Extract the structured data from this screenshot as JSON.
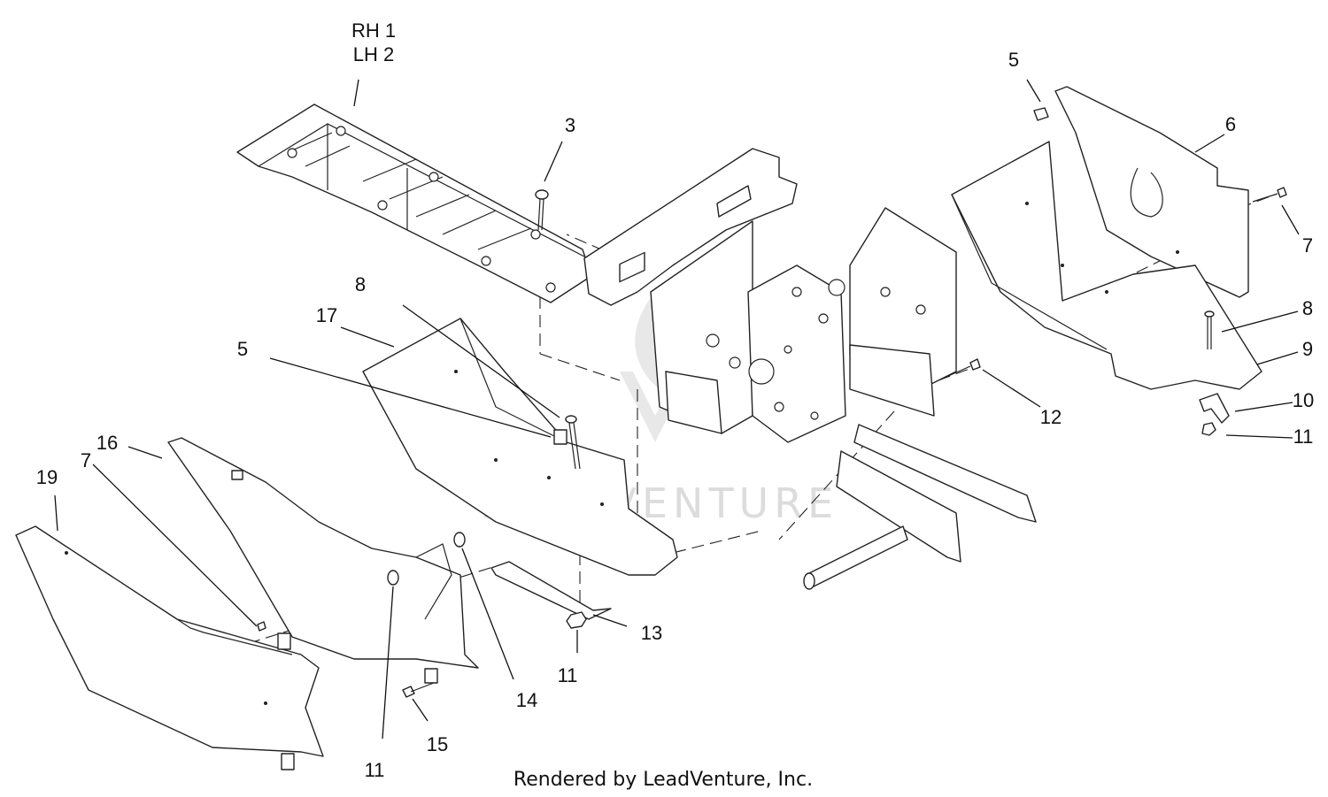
{
  "diagram": {
    "callouts": [
      {
        "id": "rh-lh",
        "lines": [
          "RH 1",
          "LH 2"
        ]
      },
      {
        "id": "3",
        "lines": [
          "3"
        ]
      },
      {
        "id": "5-top",
        "lines": [
          "5"
        ]
      },
      {
        "id": "6",
        "lines": [
          "6"
        ]
      },
      {
        "id": "7-right",
        "lines": [
          "7"
        ]
      },
      {
        "id": "8-right",
        "lines": [
          "8"
        ]
      },
      {
        "id": "9",
        "lines": [
          "9"
        ]
      },
      {
        "id": "10",
        "lines": [
          "10"
        ]
      },
      {
        "id": "11-right",
        "lines": [
          "11"
        ]
      },
      {
        "id": "12",
        "lines": [
          "12"
        ]
      },
      {
        "id": "8-left",
        "lines": [
          "8"
        ]
      },
      {
        "id": "17",
        "lines": [
          "17"
        ]
      },
      {
        "id": "5-left",
        "lines": [
          "5"
        ]
      },
      {
        "id": "16",
        "lines": [
          "16"
        ]
      },
      {
        "id": "7-left",
        "lines": [
          "7"
        ]
      },
      {
        "id": "19",
        "lines": [
          "19"
        ]
      },
      {
        "id": "13",
        "lines": [
          "13"
        ]
      },
      {
        "id": "11-mid",
        "lines": [
          "11"
        ]
      },
      {
        "id": "14",
        "lines": [
          "14"
        ]
      },
      {
        "id": "15",
        "lines": [
          "15"
        ]
      },
      {
        "id": "11-bottom",
        "lines": [
          "11"
        ]
      }
    ],
    "footer": "Rendered by LeadVenture, Inc.",
    "watermark": "LEADVENTURE"
  }
}
